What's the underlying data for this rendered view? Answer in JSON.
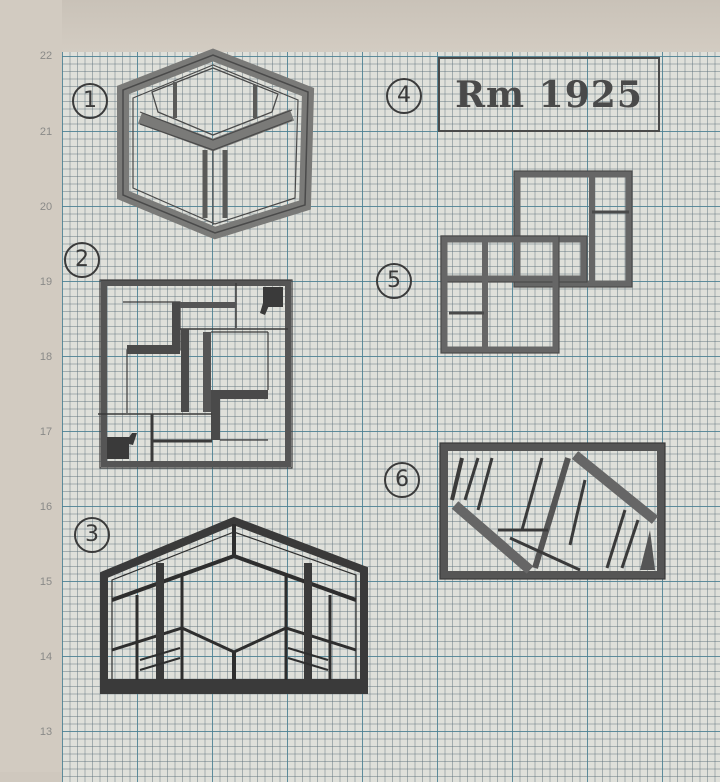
{
  "sheet": {
    "type": "graph-paper sketch sheet",
    "grid_color": "#4682a0",
    "paper_color": "#dfe0da",
    "pencil_color": "#3a3a3a"
  },
  "y_axis_labels": [
    "22",
    "21",
    "20",
    "19",
    "18",
    "17",
    "16",
    "15",
    "14",
    "13"
  ],
  "title": {
    "text": "Rm 1925",
    "marker": "4"
  },
  "sketches": [
    {
      "number": "1",
      "description": "isometric hexagonal frame / cube outline"
    },
    {
      "number": "2",
      "description": "square frame with interlocking rectangles and two shaded corners"
    },
    {
      "number": "3",
      "description": "pentagon (house-shaped) perspective frame with posts and rails"
    },
    {
      "number": "4",
      "description": "title box"
    },
    {
      "number": "5",
      "description": "interlocking rectangles frame"
    },
    {
      "number": "6",
      "description": "rectangular frame with diagonal slats"
    }
  ]
}
